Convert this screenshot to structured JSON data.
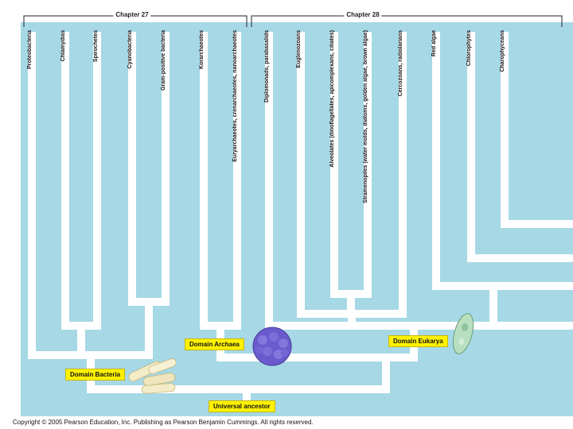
{
  "chapters": [
    {
      "label": "Chapter 27"
    },
    {
      "label": "Chapter 28"
    }
  ],
  "taxa": [
    {
      "label": "Proteobacteria"
    },
    {
      "label": "Chlamydias"
    },
    {
      "label": "Spirochetes"
    },
    {
      "label": "Cyanobacteria"
    },
    {
      "label": "Gram-positive bacteria"
    },
    {
      "label": "Korarchaeotes"
    },
    {
      "label": "Euryarchaeotes, crenarchaeotes, nanoarchaeotes"
    },
    {
      "label": "Diplomonads, parabasalids"
    },
    {
      "label": "Euglenozoans"
    },
    {
      "label": "Alveolates (dinoflagellates, apicomplexans, ciliates)"
    },
    {
      "label": "Stramenopiles (water molds, diatoms, golden algae, brown algae)"
    },
    {
      "label": "Cercozoans, radiolarians"
    },
    {
      "label": "Red algae"
    },
    {
      "label": "Chlorophytes"
    },
    {
      "label": "Charophyceans"
    }
  ],
  "domains": {
    "archaea": "Domain Archaea",
    "eukarya": "Domain Eukarya",
    "bacteria": "Domain Bacteria",
    "ancestor": "Universal ancestor"
  },
  "colors": {
    "background": "#a6d8e6",
    "branch": "#ffffff",
    "label_highlight": "#fff200",
    "archaea_cell": "#6a5acd",
    "eukarya_cell": "#b8e0c0",
    "bacteria_cell": "#f3ecc8"
  },
  "copyright": "Copyright © 2005 Pearson Education, Inc. Publishing as Pearson Benjamin Cummings. All rights reserved."
}
